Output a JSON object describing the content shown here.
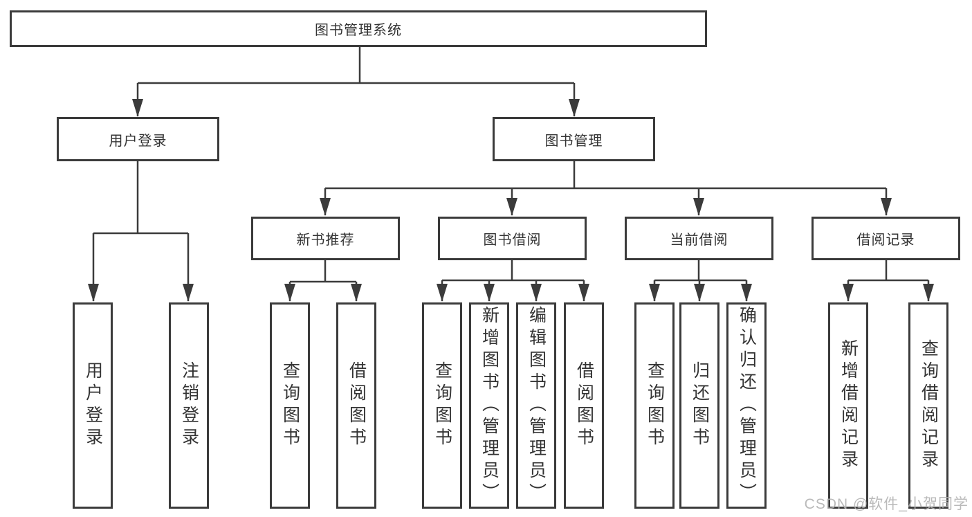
{
  "tree": {
    "label": "图书管理系统",
    "children": [
      {
        "label": "用户登录",
        "children": [
          {
            "label": "用户登录"
          },
          {
            "label": "注销登录"
          }
        ]
      },
      {
        "label": "图书管理",
        "children": [
          {
            "label": "新书推荐",
            "children": [
              {
                "label": "查询图书"
              },
              {
                "label": "借阅图书"
              }
            ]
          },
          {
            "label": "图书借阅",
            "children": [
              {
                "label": "查询图书"
              },
              {
                "label": "新增图书（管理员）"
              },
              {
                "label": "编辑图书（管理员）"
              },
              {
                "label": "借阅图书"
              }
            ]
          },
          {
            "label": "当前借阅",
            "children": [
              {
                "label": "查询图书"
              },
              {
                "label": "归还图书"
              },
              {
                "label": "确认归还（管理员）"
              }
            ]
          },
          {
            "label": "借阅记录",
            "children": [
              {
                "label": "新增借阅记录"
              },
              {
                "label": "查询借阅记录"
              }
            ]
          }
        ]
      }
    ]
  },
  "watermark": {
    "text": "CSDN @软件_小贺同学"
  },
  "colors": {
    "line": "#3b3b3b",
    "text": "#333333",
    "watermark": "#b1b1b1",
    "background": "#ffffff"
  }
}
